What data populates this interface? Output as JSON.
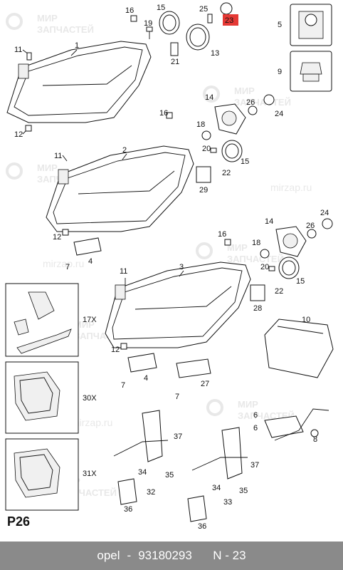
{
  "watermark": {
    "line1": "МИР",
    "line2": "ЗАПЧАСТЕЙ",
    "site": "mirzap.ru"
  },
  "labels": {
    "p1": "1",
    "p2": "2",
    "p3": "3",
    "p4": "4",
    "p5": "5",
    "p6": "6",
    "p7": "7",
    "p8": "8",
    "p9": "9",
    "p10": "10",
    "p11": "11",
    "p12": "12",
    "p13": "13",
    "p14": "14",
    "p15": "15",
    "p16": "16",
    "p17": "17X",
    "p18": "18",
    "p19": "19",
    "p20": "20",
    "p21": "21",
    "p22": "22",
    "p23": "23",
    "p24": "24",
    "p25": "25",
    "p26": "26",
    "p27": "27",
    "p28": "28",
    "p29": "29",
    "p30": "30X",
    "p31": "31X",
    "p32": "32",
    "p33": "33",
    "p34": "34",
    "p35": "35",
    "p36": "36",
    "p37": "37"
  },
  "highlight": {
    "part": "23",
    "color": "#e53935"
  },
  "page_code": "P26",
  "footer": {
    "brand": "opel",
    "part_number": "93180293",
    "ref": "N - 23"
  }
}
